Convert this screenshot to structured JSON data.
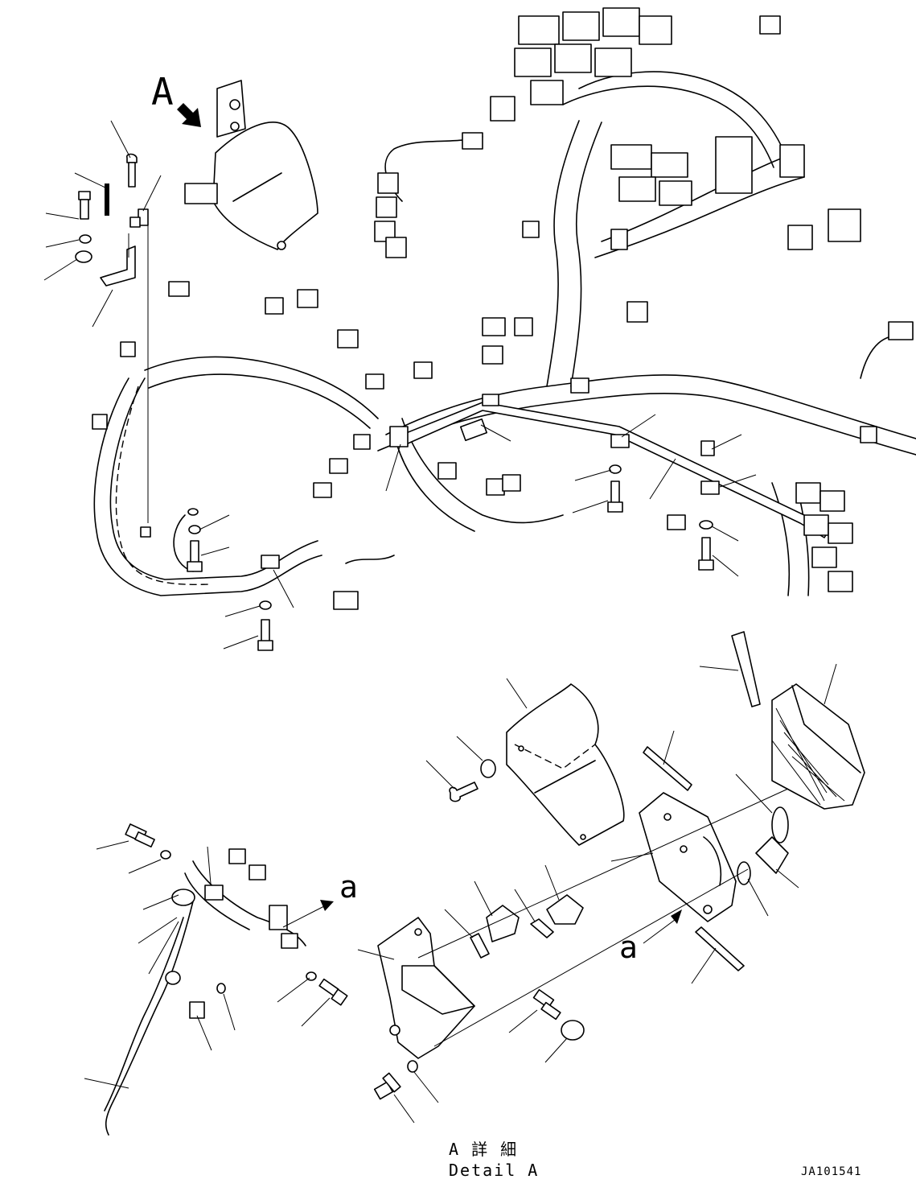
{
  "view_label_A": "A",
  "arrow_label_a_top": "a",
  "arrow_label_a_bottom": "a",
  "detail_caption_jp": "A 詳 細",
  "detail_caption_en": "Detail A",
  "drawing_code": "JA101541"
}
